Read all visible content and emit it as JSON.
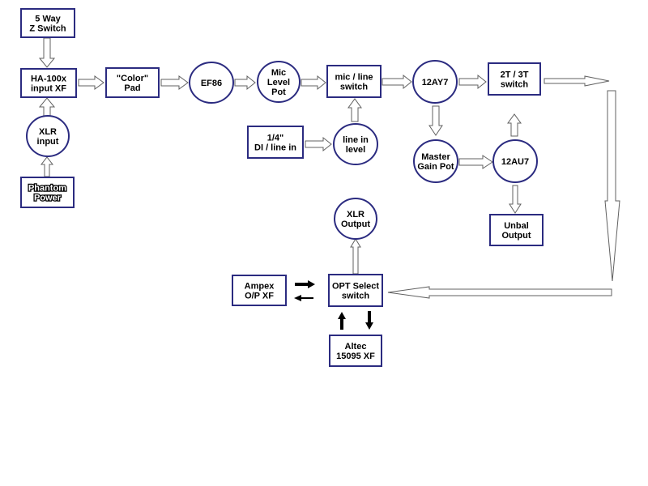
{
  "diagram": {
    "nodes": {
      "z_switch": "5 Way\nZ Switch",
      "ha100x": "HA-100x\ninput XF",
      "xlr_input": "XLR\ninput",
      "phantom_power": "Phantom\nPower",
      "color_pad": "\"Color\"\nPad",
      "ef86": "EF86",
      "mic_level_pot": "Mic\nLevel\nPot",
      "mic_line_switch": "mic / line\nswitch",
      "quarter_inch": "1/4\"\nDI / line in",
      "line_in_level": "line in\nlevel",
      "t12ay7": "12AY7",
      "master_gain": "Master\nGain Pot",
      "t12au7": "12AU7",
      "t2_3_switch": "2T / 3T\nswitch",
      "unbal_output": "Unbal\nOutput",
      "xlr_output": "XLR\nOutput",
      "opt_select": "OPT Select\nswitch",
      "ampex": "Ampex\nO/P  XF",
      "altec": "Altec\n15095 XF"
    },
    "colors": {
      "node_border": "#2b2b80",
      "arrow_outline": "#606060",
      "solid_arrow": "#000000"
    }
  }
}
